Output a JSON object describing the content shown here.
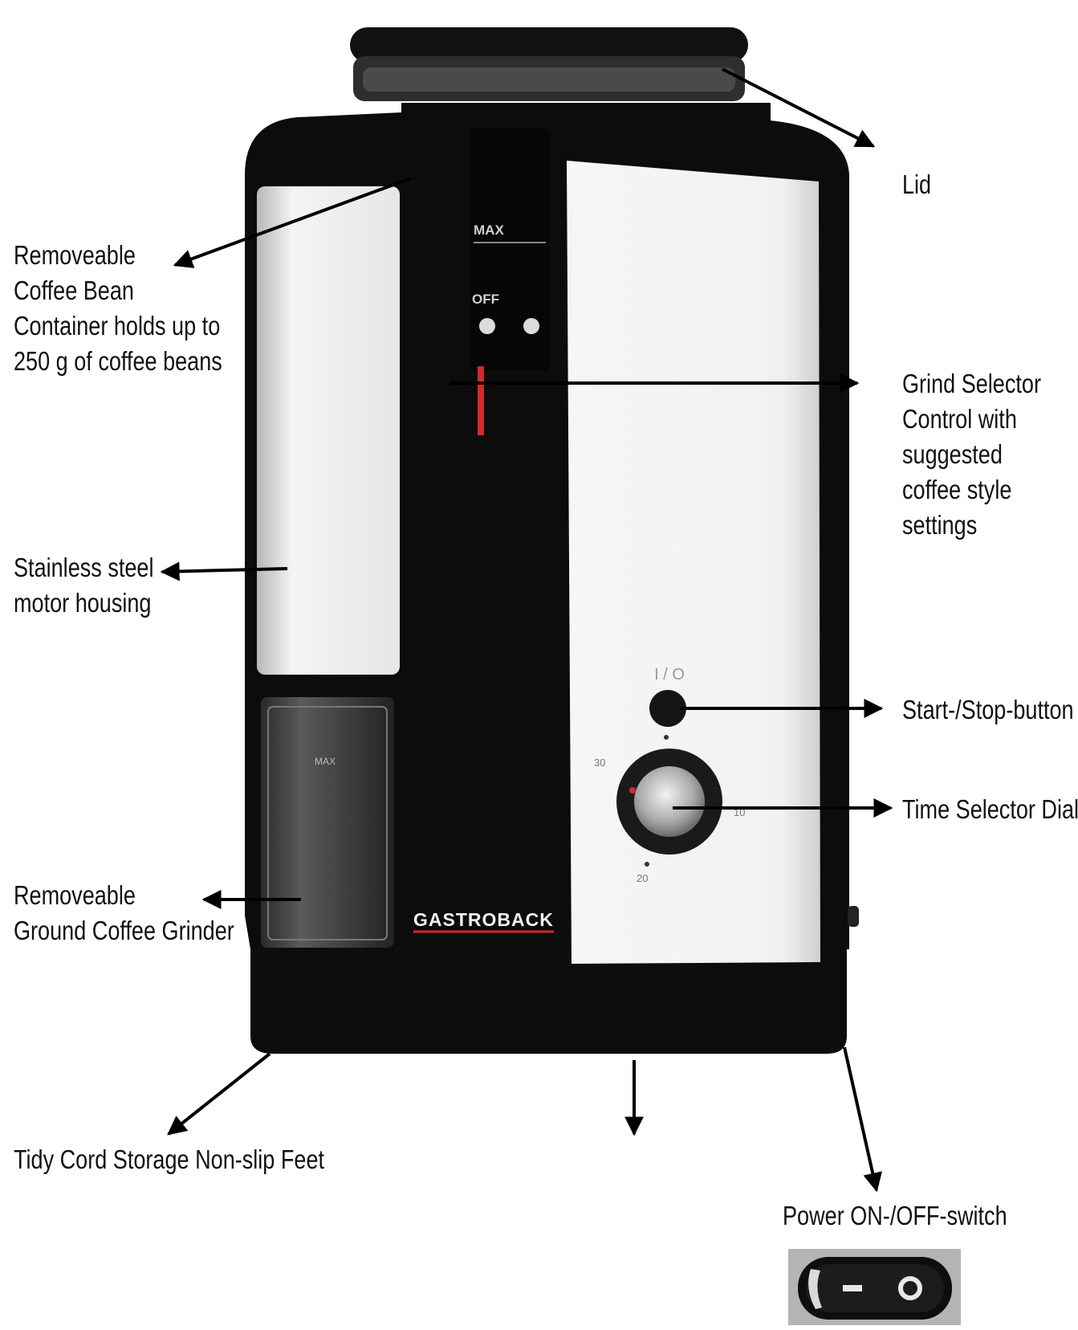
{
  "product": {
    "brand": "GASTROBACK",
    "window_marks": {
      "max": "MAX",
      "off": "OFF"
    },
    "button_mark": "I / O",
    "container_mark": "MAX",
    "dial_marks": {
      "top": "30",
      "right": "10",
      "bottom": "20"
    }
  },
  "callouts": {
    "lid": [
      "Lid"
    ],
    "bean_container": [
      "Removeable",
      "Coffee Bean",
      "Container holds up to",
      "250 g of coffee beans"
    ],
    "grind_selector": [
      "Grind Selector",
      "Control with",
      "suggested",
      "coffee style",
      "settings"
    ],
    "housing": [
      "Stainless steel",
      "motor housing"
    ],
    "start_stop": [
      "Start-/Stop-button"
    ],
    "time_dial": [
      "Time Selector Dial"
    ],
    "ground_container": [
      "Removeable",
      "Ground Coffee Grinder"
    ],
    "bottom": [
      "Tidy Cord Storage Non-slip Feet"
    ],
    "power_switch": [
      "Power ON-/OFF-switch"
    ]
  },
  "colors": {
    "body_dark": "#0c0c0c",
    "steel": "#f2f2f2",
    "accent_red": "#d42a2a",
    "text": "#111111"
  }
}
